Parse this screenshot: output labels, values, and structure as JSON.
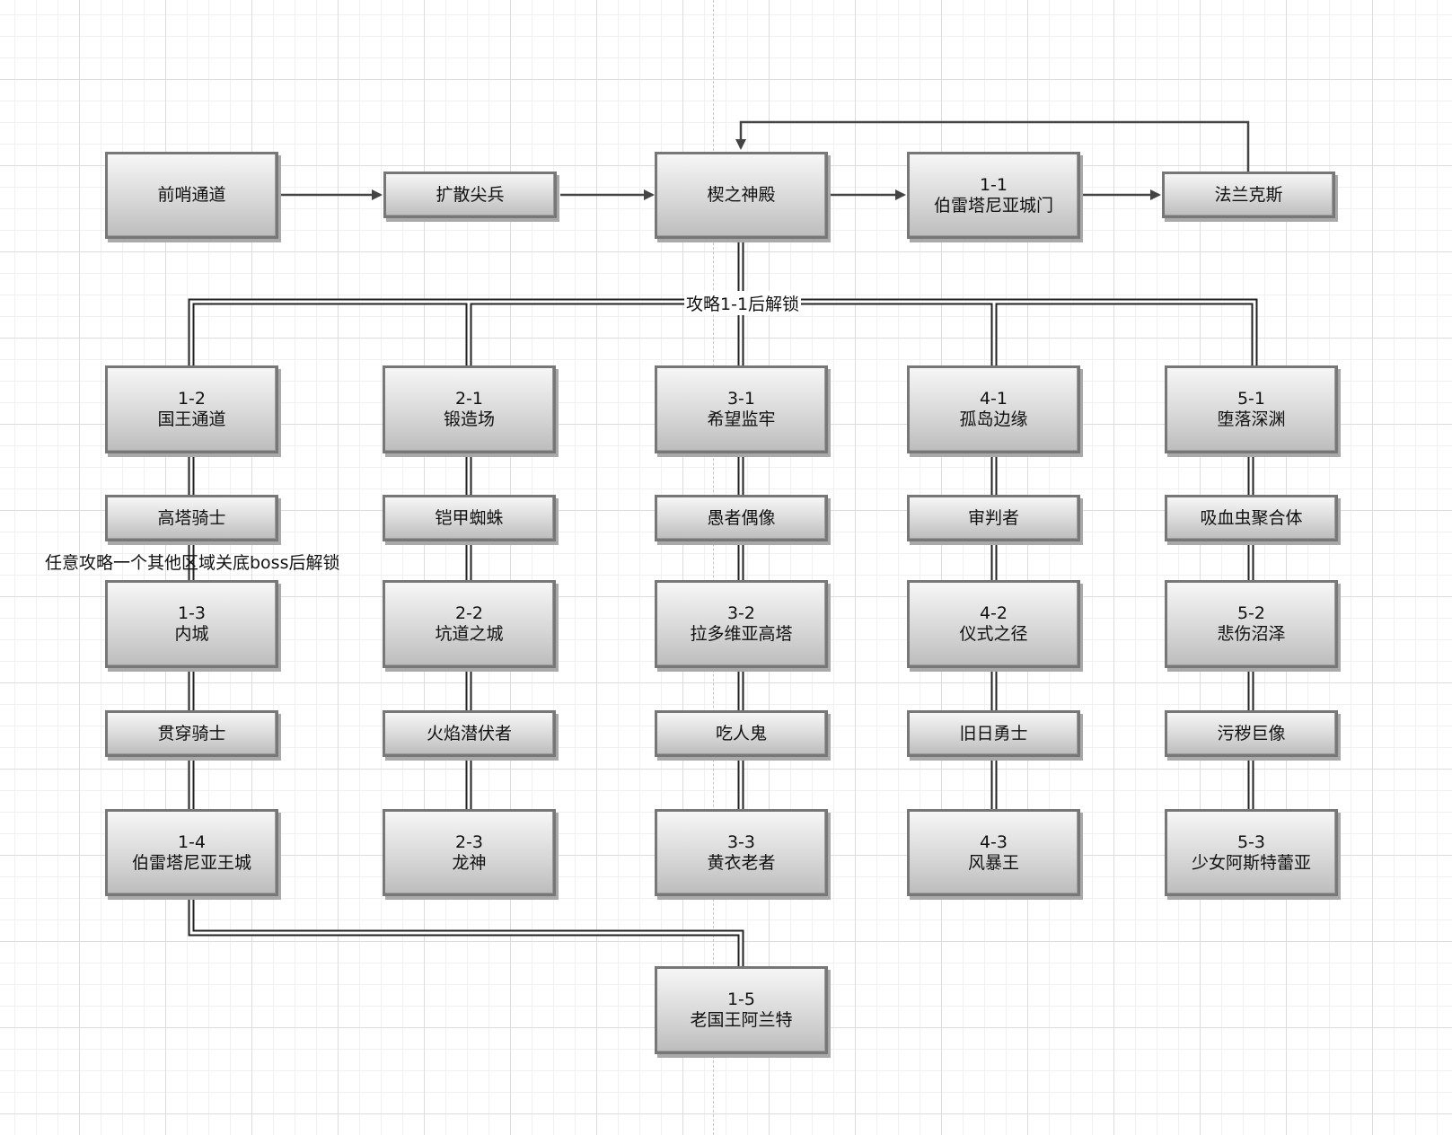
{
  "nodes": {
    "outpost": {
      "name": "前哨通道"
    },
    "spreader": {
      "name": "扩散尖兵"
    },
    "shrine": {
      "name": "楔之神殿"
    },
    "n1_1": {
      "code": "1-1",
      "name": "伯雷塔尼亚城门"
    },
    "franks": {
      "name": "法兰克斯"
    },
    "n1_2": {
      "code": "1-2",
      "name": "国王通道"
    },
    "b1_2": {
      "name": "高塔骑士"
    },
    "n1_3": {
      "code": "1-3",
      "name": "内城"
    },
    "b1_3": {
      "name": "贯穿骑士"
    },
    "n1_4": {
      "code": "1-4",
      "name": "伯雷塔尼亚王城"
    },
    "n1_5": {
      "code": "1-5",
      "name": "老国王阿兰特"
    },
    "n2_1": {
      "code": "2-1",
      "name": "锻造场"
    },
    "b2_1": {
      "name": "铠甲蜘蛛"
    },
    "n2_2": {
      "code": "2-2",
      "name": "坑道之城"
    },
    "b2_2": {
      "name": "火焰潜伏者"
    },
    "n2_3": {
      "code": "2-3",
      "name": "龙神"
    },
    "n3_1": {
      "code": "3-1",
      "name": "希望监牢"
    },
    "b3_1": {
      "name": "愚者偶像"
    },
    "n3_2": {
      "code": "3-2",
      "name": "拉多维亚高塔"
    },
    "b3_2": {
      "name": "吃人鬼"
    },
    "n3_3": {
      "code": "3-3",
      "name": "黄衣老者"
    },
    "n4_1": {
      "code": "4-1",
      "name": "孤岛边缘"
    },
    "b4_1": {
      "name": "审判者"
    },
    "n4_2": {
      "code": "4-2",
      "name": "仪式之径"
    },
    "b4_2": {
      "name": "旧日勇士"
    },
    "n4_3": {
      "code": "4-3",
      "name": "风暴王"
    },
    "n5_1": {
      "code": "5-1",
      "name": "堕落深渊"
    },
    "b5_1": {
      "name": "吸血虫聚合体"
    },
    "n5_2": {
      "code": "5-2",
      "name": "悲伤沼泽"
    },
    "b5_2": {
      "name": "污秽巨像"
    },
    "n5_3": {
      "code": "5-3",
      "name": "少女阿斯特蕾亚"
    }
  },
  "labels": {
    "unlock_after_1_1": "攻略1-1后解锁",
    "unlock_after_boss": "任意攻略一个其他区域关底boss后解锁"
  }
}
